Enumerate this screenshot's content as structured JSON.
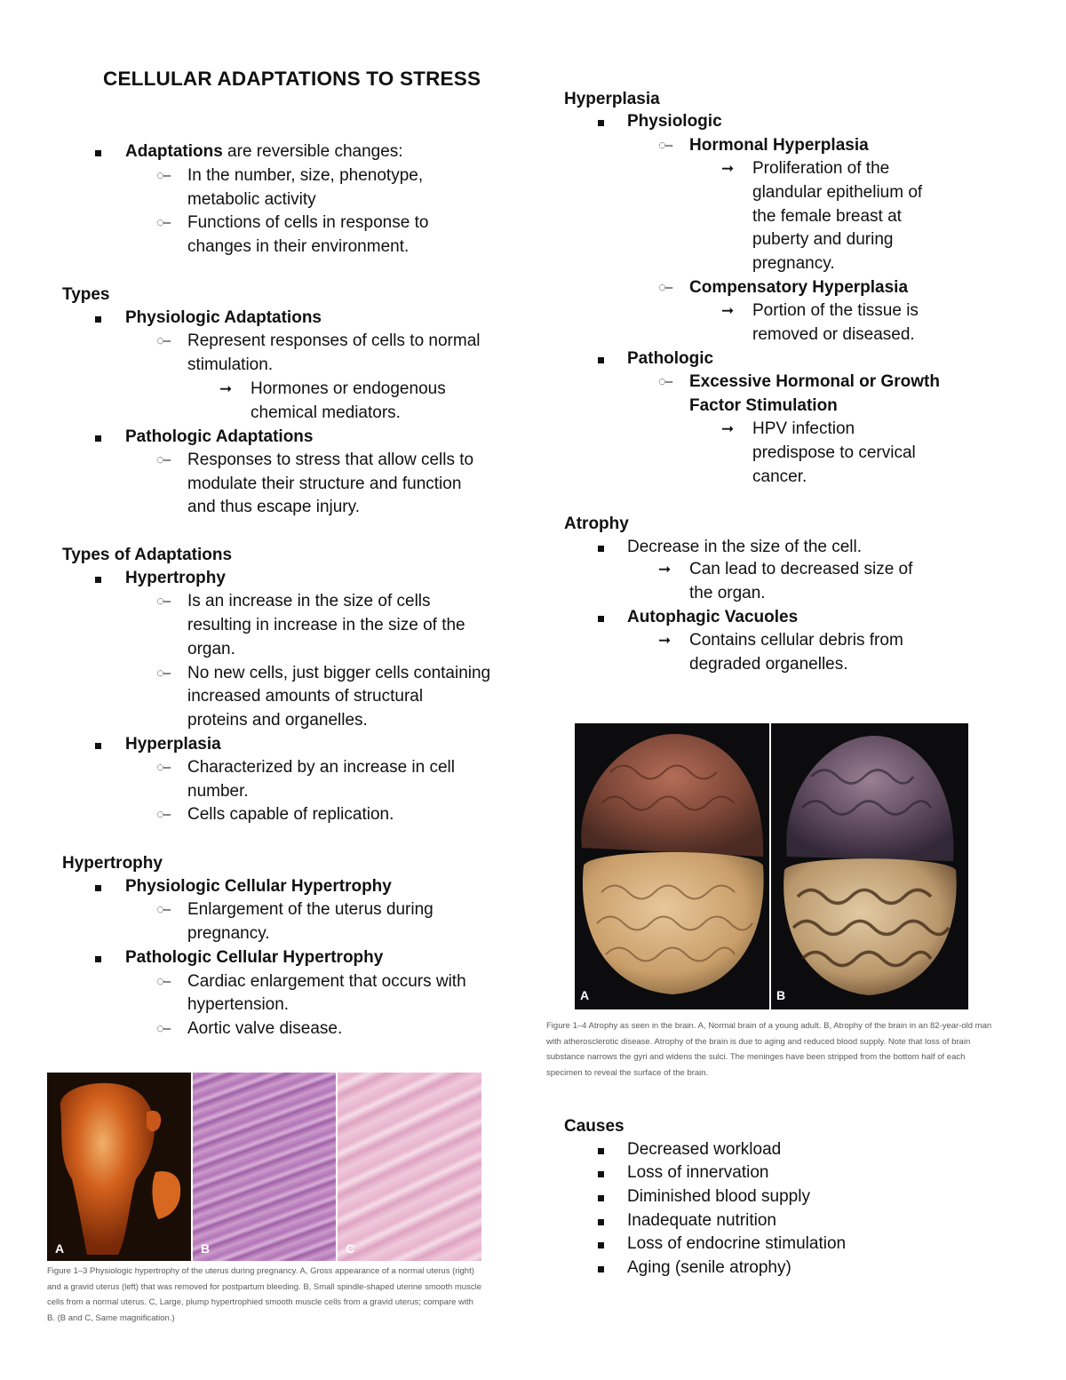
{
  "title": "CELLULAR ADAPTATIONS TO STRESS",
  "left": {
    "intro_lead": "Adaptations",
    "intro_rest": " are reversible changes:",
    "intro_sub1": [
      "In the number, size, phenotype,",
      "metabolic activity"
    ],
    "intro_sub2": [
      "Functions of cells in response to",
      "changes in their environment."
    ],
    "types_heading": "Types",
    "physiologic_adaptations": "Physiologic Adaptations",
    "physiologic_sub": [
      "Represent responses of cells to normal",
      "stimulation."
    ],
    "physiologic_arrow": [
      "Hormones or endogenous",
      "chemical mediators."
    ],
    "pathologic_adaptations": "Pathologic Adaptations",
    "pathologic_sub": [
      "Responses to stress that allow cells to",
      "modulate their structure and function",
      "and thus escape injury."
    ],
    "types_of_adaptations_heading": "Types of Adaptations",
    "hypertrophy": "Hypertrophy",
    "hypertrophy_sub1": [
      "Is an increase in the size of cells",
      "resulting in increase in the size of the",
      "organ."
    ],
    "hypertrophy_sub2": [
      "No new cells, just bigger cells containing",
      "increased amounts of structural",
      "proteins and organelles."
    ],
    "hyperplasia": "Hyperplasia",
    "hyperplasia_sub1": [
      "Characterized by an increase in cell",
      "number."
    ],
    "hyperplasia_sub2": "Cells capable of replication.",
    "hypertrophy_heading": "Hypertrophy",
    "phys_cell_hyp": "Physiologic Cellular Hypertrophy",
    "phys_cell_hyp_sub": [
      "Enlargement of the uterus during",
      "pregnancy."
    ],
    "path_cell_hyp": "Pathologic Cellular Hypertrophy",
    "path_cell_hyp_sub1": [
      "Cardiac enlargement that occurs with",
      "hypertension."
    ],
    "path_cell_hyp_sub2": "Aortic valve disease.",
    "figure1_letters": [
      "A",
      "B",
      "C"
    ],
    "figure1_caption": "Figure 1–3 Physiologic hypertrophy of the uterus during pregnancy. A, Gross appearance of a normal uterus (right) and a gravid uterus (left) that was removed for postpartum bleeding. B, Small spindle-shaped uterine smooth muscle cells from a normal uterus. C, Large, plump hypertrophied smooth muscle cells from a gravid uterus; compare with B. (B and C, Same magnification.)"
  },
  "right": {
    "hyperplasia_heading": "Hyperplasia",
    "physiologic": "Physiologic",
    "hormonal_hyperplasia": "Hormonal Hyperplasia",
    "hormonal_arrow": [
      "Proliferation of the",
      "glandular epithelium of",
      "the female breast at",
      "puberty and during",
      "pregnancy."
    ],
    "compensatory_hyperplasia": "Compensatory Hyperplasia",
    "compensatory_arrow": [
      "Portion of the tissue is",
      "removed or diseased."
    ],
    "pathologic": "Pathologic",
    "excessive": [
      "Excessive Hormonal or Growth",
      "Factor Stimulation"
    ],
    "excessive_arrow": [
      "HPV infection",
      "predispose to cervical",
      "cancer."
    ],
    "atrophy_heading": "Atrophy",
    "atrophy_item": "Decrease in the size of the cell.",
    "atrophy_arrow": [
      "Can lead to decreased size of",
      "the organ."
    ],
    "autophagic": "Autophagic Vacuoles",
    "autophagic_arrow": [
      "Contains cellular debris from",
      "degraded organelles."
    ],
    "figure2_letters": [
      "A",
      "B"
    ],
    "figure2_caption": "Figure 1–4 Atrophy as seen in the brain. A, Normal brain of a young adult. B, Atrophy of the brain in an 82-year-old man with atherosclerotic disease. Atrophy of the brain is due to aging and reduced blood supply. Note that loss of brain substance narrows the gyri and widens the sulci. The meninges have been stripped from the bottom half of each specimen to reveal the surface of the brain.",
    "causes_heading": "Causes",
    "causes": [
      "Decreased workload",
      "Loss of innervation",
      "Diminished blood supply",
      "Inadequate nutrition",
      "Loss of endocrine stimulation",
      "Aging (senile atrophy)"
    ]
  },
  "glyphs": {
    "sub_bullet": "◌–",
    "arrow": "➞"
  }
}
